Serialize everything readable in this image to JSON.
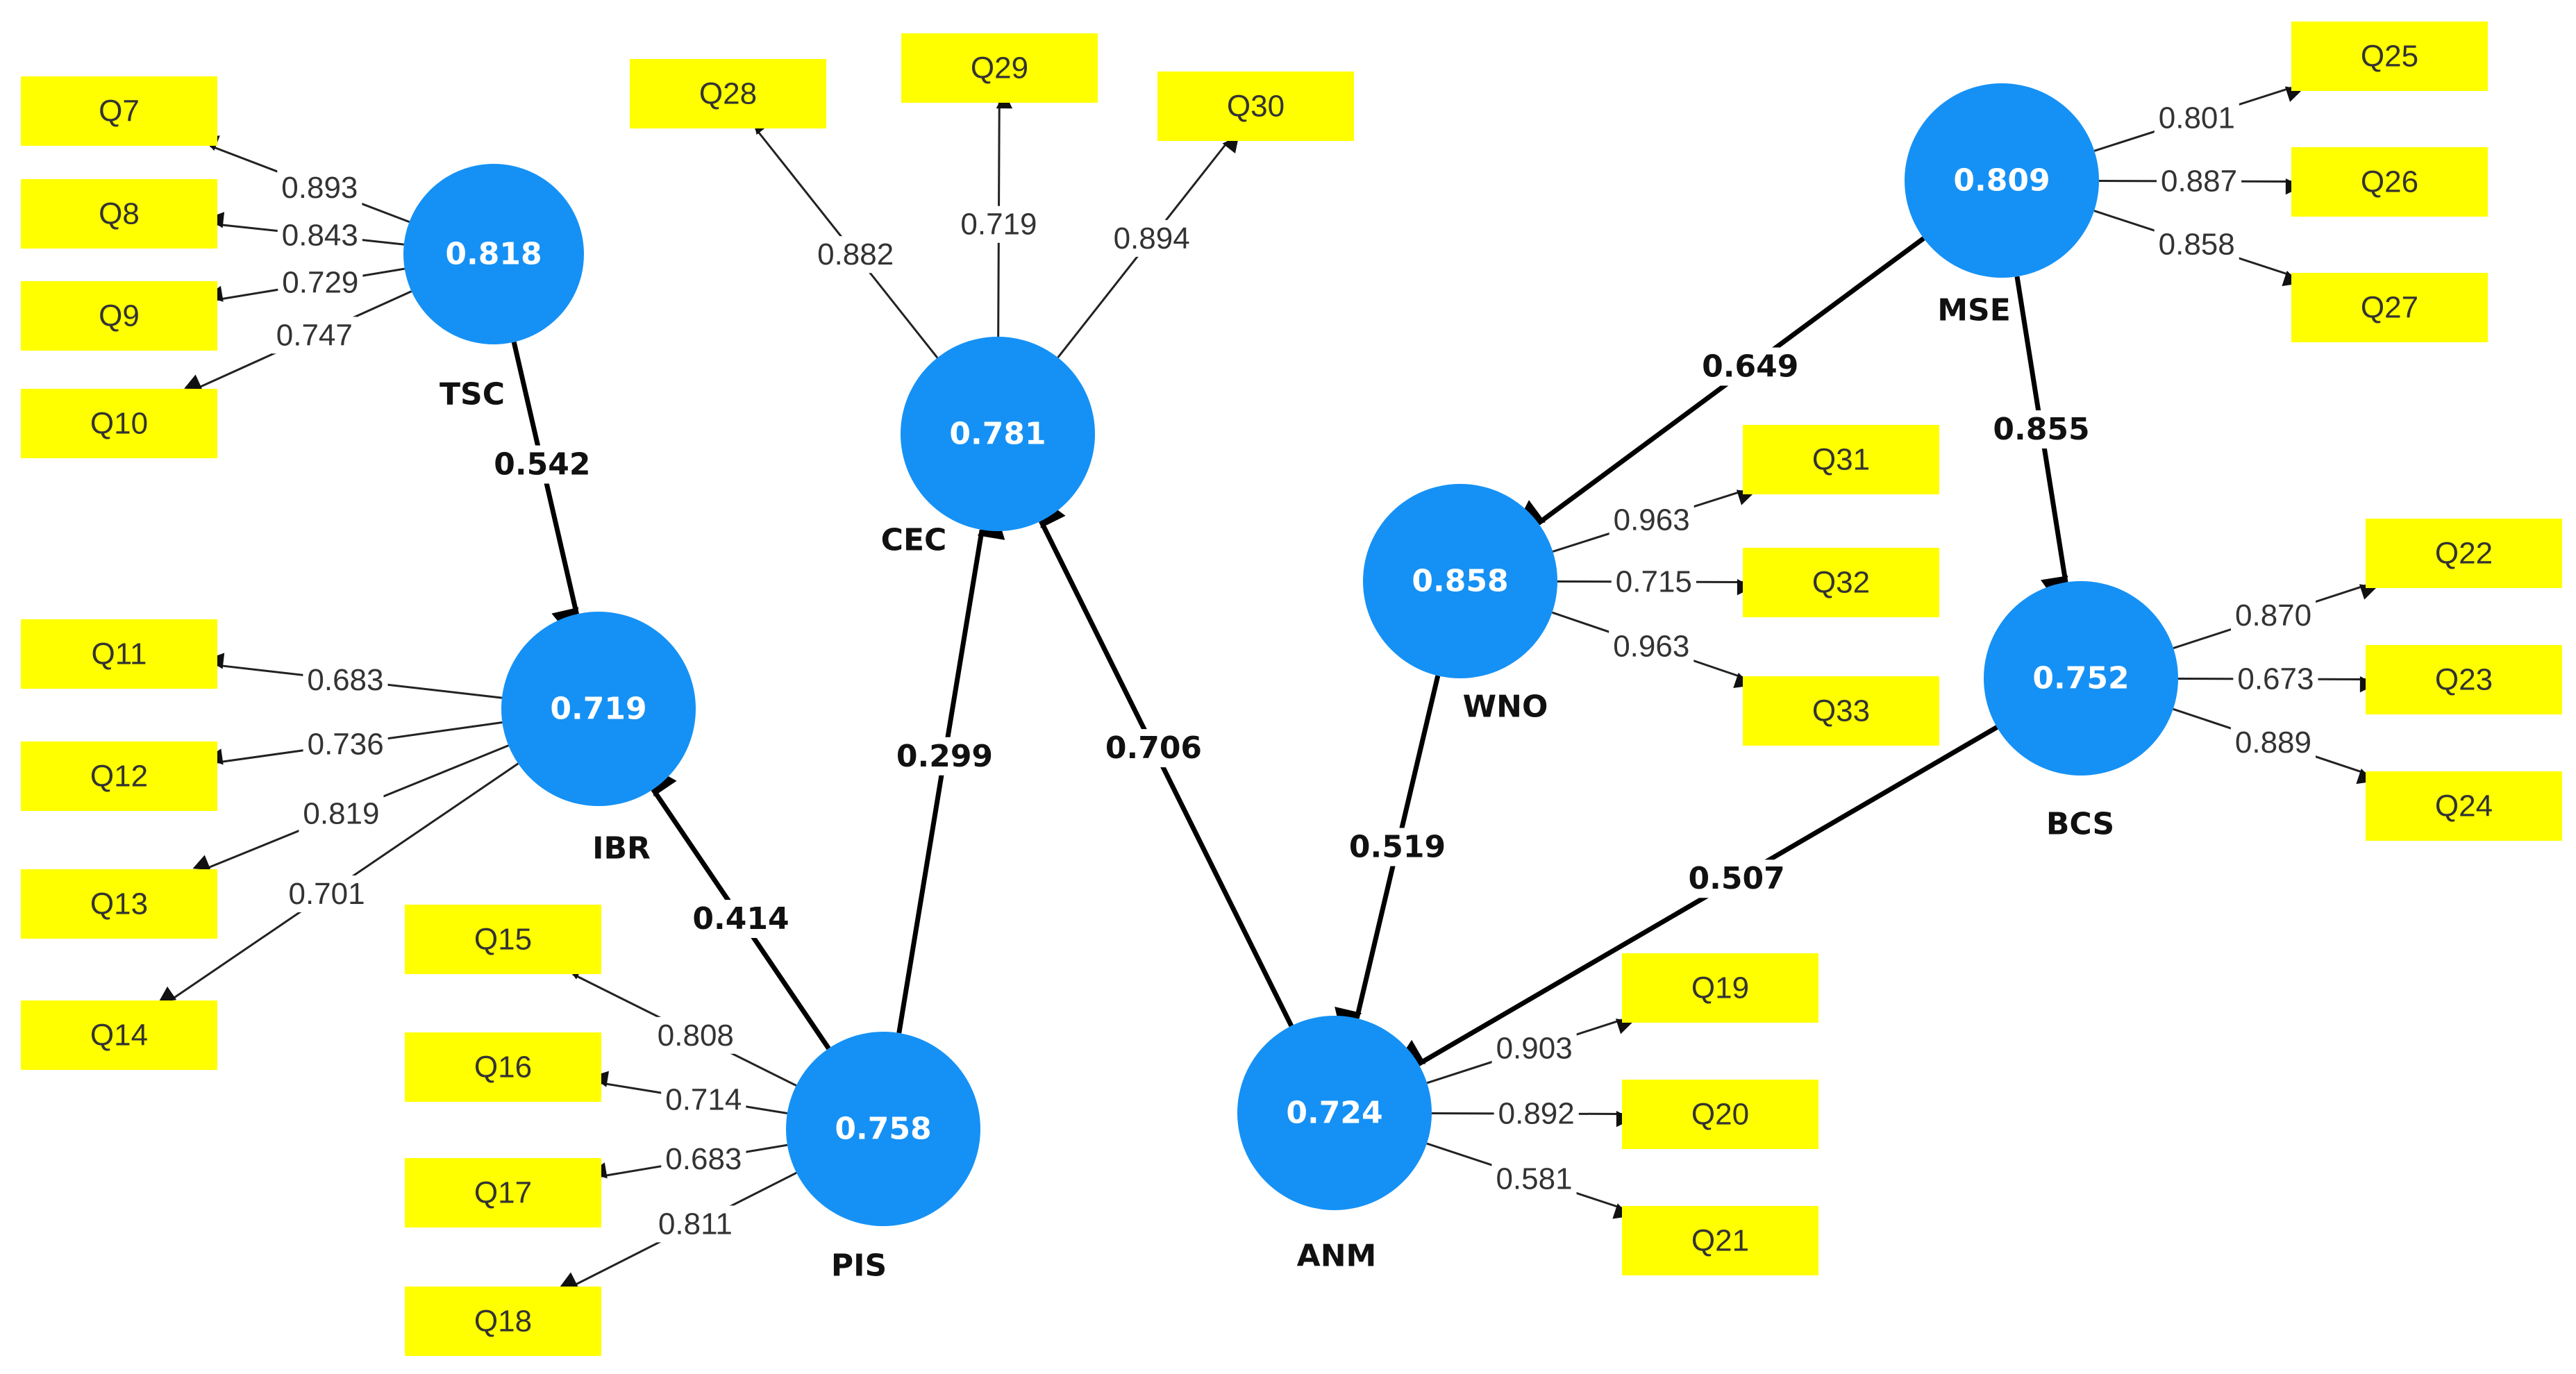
{
  "diagram": {
    "latents": [
      {
        "id": "TSC",
        "name": "TSC",
        "value": "0.818"
      },
      {
        "id": "IBR",
        "name": "IBR",
        "value": "0.719"
      },
      {
        "id": "PIS",
        "name": "PIS",
        "value": "0.758"
      },
      {
        "id": "CEC",
        "name": "CEC",
        "value": "0.781"
      },
      {
        "id": "ANM",
        "name": "ANM",
        "value": "0.724"
      },
      {
        "id": "WNO",
        "name": "WNO",
        "value": "0.858"
      },
      {
        "id": "MSE",
        "name": "MSE",
        "value": "0.809"
      },
      {
        "id": "BCS",
        "name": "BCS",
        "value": "0.752"
      }
    ],
    "indicators": [
      {
        "id": "Q7",
        "label": "Q7"
      },
      {
        "id": "Q8",
        "label": "Q8"
      },
      {
        "id": "Q9",
        "label": "Q9"
      },
      {
        "id": "Q10",
        "label": "Q10"
      },
      {
        "id": "Q11",
        "label": "Q11"
      },
      {
        "id": "Q12",
        "label": "Q12"
      },
      {
        "id": "Q13",
        "label": "Q13"
      },
      {
        "id": "Q14",
        "label": "Q14"
      },
      {
        "id": "Q15",
        "label": "Q15"
      },
      {
        "id": "Q16",
        "label": "Q16"
      },
      {
        "id": "Q17",
        "label": "Q17"
      },
      {
        "id": "Q18",
        "label": "Q18"
      },
      {
        "id": "Q19",
        "label": "Q19"
      },
      {
        "id": "Q20",
        "label": "Q20"
      },
      {
        "id": "Q21",
        "label": "Q21"
      },
      {
        "id": "Q22",
        "label": "Q22"
      },
      {
        "id": "Q23",
        "label": "Q23"
      },
      {
        "id": "Q24",
        "label": "Q24"
      },
      {
        "id": "Q25",
        "label": "Q25"
      },
      {
        "id": "Q26",
        "label": "Q26"
      },
      {
        "id": "Q27",
        "label": "Q27"
      },
      {
        "id": "Q28",
        "label": "Q28"
      },
      {
        "id": "Q29",
        "label": "Q29"
      },
      {
        "id": "Q30",
        "label": "Q30"
      },
      {
        "id": "Q31",
        "label": "Q31"
      },
      {
        "id": "Q32",
        "label": "Q32"
      },
      {
        "id": "Q33",
        "label": "Q33"
      }
    ],
    "loadings": [
      {
        "from": "TSC",
        "to": "Q7",
        "value": "0.893"
      },
      {
        "from": "TSC",
        "to": "Q8",
        "value": "0.843"
      },
      {
        "from": "TSC",
        "to": "Q9",
        "value": "0.729"
      },
      {
        "from": "TSC",
        "to": "Q10",
        "value": "0.747"
      },
      {
        "from": "IBR",
        "to": "Q11",
        "value": "0.683"
      },
      {
        "from": "IBR",
        "to": "Q12",
        "value": "0.736"
      },
      {
        "from": "IBR",
        "to": "Q13",
        "value": "0.819"
      },
      {
        "from": "IBR",
        "to": "Q14",
        "value": "0.701"
      },
      {
        "from": "PIS",
        "to": "Q15",
        "value": "0.808"
      },
      {
        "from": "PIS",
        "to": "Q16",
        "value": "0.714"
      },
      {
        "from": "PIS",
        "to": "Q17",
        "value": "0.683"
      },
      {
        "from": "PIS",
        "to": "Q18",
        "value": "0.811"
      },
      {
        "from": "CEC",
        "to": "Q28",
        "value": "0.882"
      },
      {
        "from": "CEC",
        "to": "Q29",
        "value": "0.719"
      },
      {
        "from": "CEC",
        "to": "Q30",
        "value": "0.894"
      },
      {
        "from": "ANM",
        "to": "Q19",
        "value": "0.903"
      },
      {
        "from": "ANM",
        "to": "Q20",
        "value": "0.892"
      },
      {
        "from": "ANM",
        "to": "Q21",
        "value": "0.581"
      },
      {
        "from": "WNO",
        "to": "Q31",
        "value": "0.963"
      },
      {
        "from": "WNO",
        "to": "Q32",
        "value": "0.715"
      },
      {
        "from": "WNO",
        "to": "Q33",
        "value": "0.963"
      },
      {
        "from": "MSE",
        "to": "Q25",
        "value": "0.801"
      },
      {
        "from": "MSE",
        "to": "Q26",
        "value": "0.887"
      },
      {
        "from": "MSE",
        "to": "Q27",
        "value": "0.858"
      },
      {
        "from": "BCS",
        "to": "Q22",
        "value": "0.870"
      },
      {
        "from": "BCS",
        "to": "Q23",
        "value": "0.673"
      },
      {
        "from": "BCS",
        "to": "Q24",
        "value": "0.889"
      }
    ],
    "paths": [
      {
        "from": "TSC",
        "to": "IBR",
        "value": "0.542"
      },
      {
        "from": "PIS",
        "to": "IBR",
        "value": "0.414"
      },
      {
        "from": "PIS",
        "to": "CEC",
        "value": "0.299"
      },
      {
        "from": "ANM",
        "to": "CEC",
        "value": "0.706"
      },
      {
        "from": "WNO",
        "to": "ANM",
        "value": "0.519"
      },
      {
        "from": "MSE",
        "to": "WNO",
        "value": "0.649"
      },
      {
        "from": "MSE",
        "to": "BCS",
        "value": "0.855"
      },
      {
        "from": "BCS",
        "to": "ANM",
        "value": "0.507"
      }
    ]
  }
}
